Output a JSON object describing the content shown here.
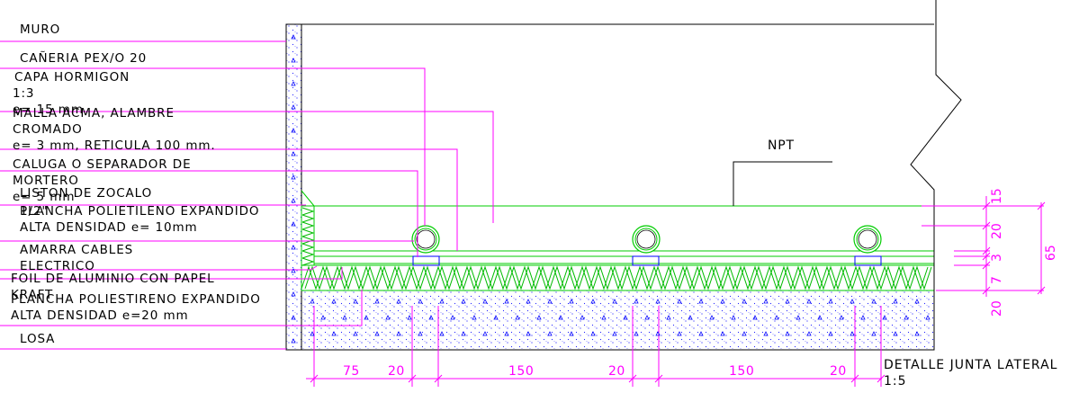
{
  "labels": {
    "muro": "MURO",
    "caneria_1": "CAÑERIA PEX/O 20",
    "capa_1": "CAPA HORMIGON",
    "capa_2": "1:3",
    "capa_3": "e= 15 mm",
    "malla_1": "MALLA ACMA, ALAMBRE",
    "malla_2": "CROMADO",
    "malla_3": "e= 3 mm, RETICULA 100 mm.",
    "caluga_1": "CALUGA O SEPARADOR DE",
    "caluga_2": "MORTERO",
    "caluga_3": "e= 5 mm",
    "liston_1": "LISTON DE ZOCALO",
    "liston_2": "1/2\"",
    "plancha_pe_1": "PLANCHA POLIETILENO EXPANDIDO",
    "plancha_pe_2": "ALTA DENSIDAD e= 10mm",
    "amarra_1": "AMARRA CABLES",
    "amarra_2": "ELECTRICO",
    "foil_1": "FOIL DE ALUMINIO CON PAPEL",
    "foil_2": "KRAFT",
    "plancha_ps_1": "PLANCHA POLIESTIRENO EXPANDIDO",
    "plancha_ps_2": "ALTA DENSIDAD e=20 mm",
    "losa": "LOSA"
  },
  "npt": "NPT",
  "dims_horizontal": [
    "75",
    "20",
    "150",
    "20",
    "150",
    "20"
  ],
  "dims_vertical": {
    "d15": "15",
    "d20": "20",
    "d3": "3",
    "d7": "7",
    "d20b": "20",
    "d65": "65"
  },
  "title": {
    "line1": "DETALLE JUNTA LATERAL",
    "line2": "1:5"
  },
  "colors": {
    "leader": "#ff00ff",
    "layer_green": "#00cc00",
    "hatch_green": "#00bb00",
    "concrete_dots": "#0000ff",
    "separator_blue": "#0000ff",
    "outline": "#000000"
  }
}
